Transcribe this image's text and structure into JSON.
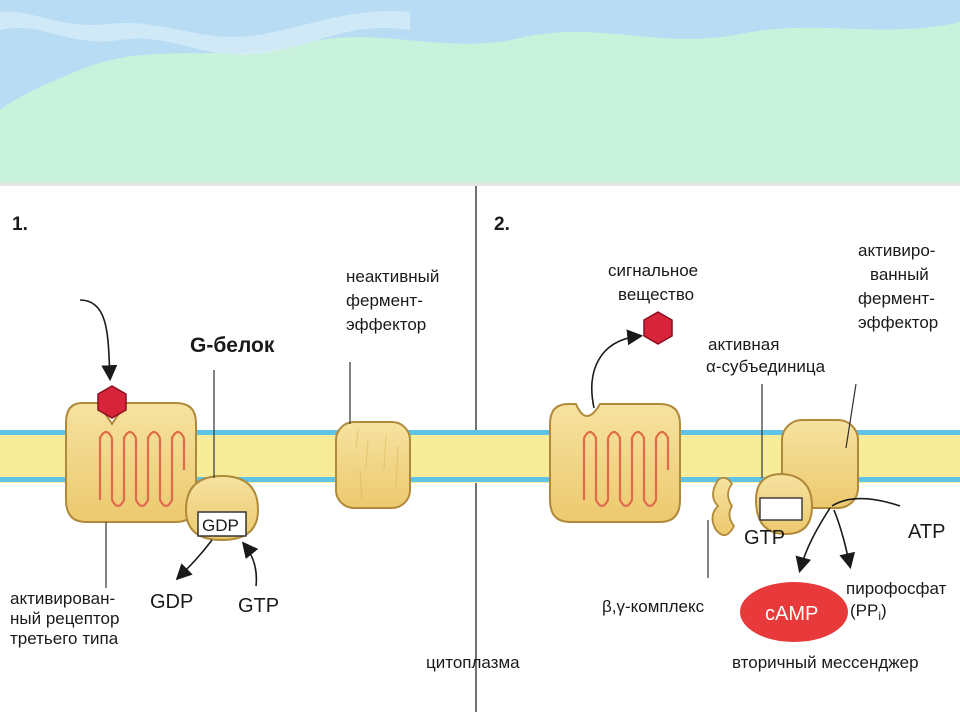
{
  "panel1": {
    "number": "1.",
    "g_protein_label": "G-белок",
    "inactive_enzyme": [
      "неактивный",
      "фермент-",
      "эффектор"
    ],
    "gdp_bound": "GDP",
    "gdp_out": "GDP",
    "gtp_in": "GTP",
    "receptor_label": [
      "активирован-",
      "ный рецептор",
      "третьего типа"
    ]
  },
  "panel2": {
    "number": "2.",
    "signal_label": [
      "сигнальное",
      "вещество"
    ],
    "active_subunit": [
      "активная",
      "α-субъединица"
    ],
    "active_enzyme": [
      "активиро-",
      "ванный",
      "фермент-",
      "эффектор"
    ],
    "gtp_bound": "GTP",
    "atp": "ATP",
    "pyrophosphate": [
      "пирофосфат",
      "(PP",
      "i",
      ")"
    ],
    "camp": "cAMP",
    "beta_gamma": "β,γ-комплекс",
    "second_messenger": "вторичный мессенджер"
  },
  "cytoplasm": "цитоплазма",
  "colors": {
    "header_bg": "#c9f2dc",
    "header_sky": "#b8dcf4",
    "membrane_yellow": "#f7ec9a",
    "membrane_blue": "#5ec3e6",
    "protein_fill": "#f3d98a",
    "protein_stroke": "#b08a3a",
    "signal_red": "#d8243a",
    "camp_red": "#e83a3a"
  }
}
